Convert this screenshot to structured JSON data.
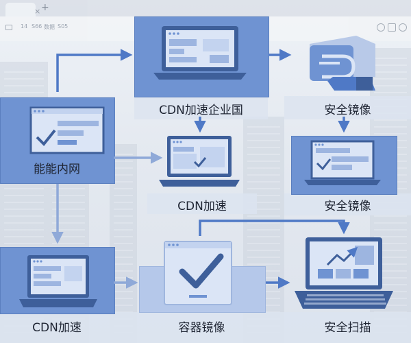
{
  "browser": {
    "tab_close": "×",
    "new_tab": "+",
    "toolbar_items": [
      "14",
      "S66",
      "数据",
      "S05"
    ]
  },
  "nodes": {
    "top_center": "CDN加速企业国",
    "top_right": "安全镜像",
    "left": "能能内网",
    "center": "CDN加速",
    "right": "安全镜像",
    "bottom_left": "CDN加速",
    "bottom_center": "容器镜像",
    "bottom_right": "安全扫描"
  },
  "colors": {
    "panel": "#6f93d2",
    "panel_light": "#b5c8ea",
    "arrow": "#4f79c6",
    "icon_dark": "#3e5f9a"
  }
}
